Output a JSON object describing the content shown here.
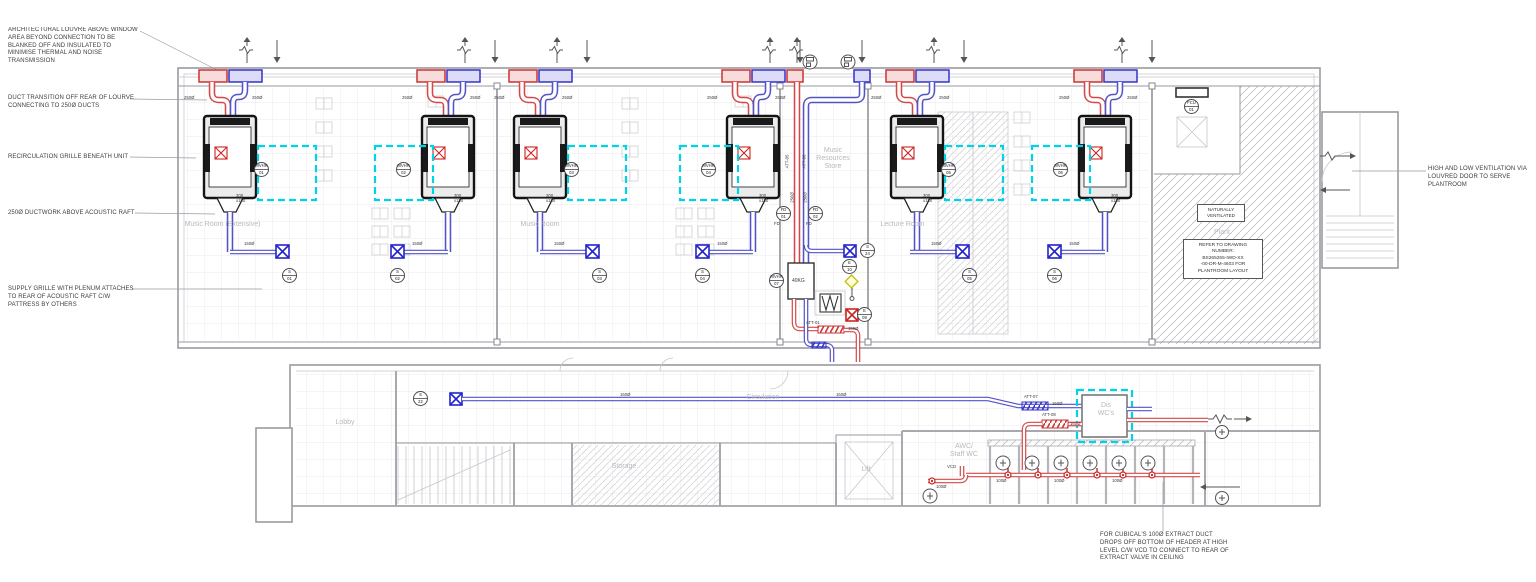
{
  "colors": {
    "extract_red": "#d64848",
    "supply_blue": "#5353c8",
    "raft_cyan": "#00d4e4",
    "wall_grey": "#9a9aa0",
    "room_text_grey": "#b9b9be",
    "diamond_yellow": "#c2c21e"
  },
  "annotations": {
    "arch_louvre": "ARCHITECTURAL LOUVRE ABOVE WINDOW\nAREA BEYOND CONNECTION TO BE\nBLANKED OFF AND INSULATED TO\nMINIMISE THERMAL AND NOISE\nTRANSMISSION",
    "duct_transition": "DUCT TRANSITION OFF REAR OF LOURVE\nCONNECTING TO 250Ø DUCTS",
    "recirc_grille": "RECIRCULATION GRILLE BENEATH UNIT",
    "ductwork_raft": "250Ø DUCTWORK ABOVE ACOUSTIC RAFT",
    "supply_grille": "SUPPLY GRILLE WITH PLENUM ATTACHES\nTO REAR OF ACOUSTIC RAFT C/W\nPATTRESS BY OTHERS",
    "high_low_vent": "HIGH AND LOW VENTILATION VIA\nLOUVRED DOOR TO SERVE\nPLANTROOM",
    "cubical_extract": "FOR CUBICAL'S 100Ø EXTRACT DUCT\nDROPS OFF BOTTOM OF HEADER AT HIGH\nLEVEL C/W VCD TO CONNECT TO REAR OF\nEXTRACT VALVE IN CEILING"
  },
  "rooms": {
    "music_room_extensive": "Music Room (Extensive)",
    "music_room": "Music Room",
    "music_resources_store": "Music\nResources\nStore",
    "lecture_room": "Lecture Room",
    "plant": "Plant",
    "lobby": "Lobby",
    "circulation": "Circulation",
    "storage": "Storage",
    "lift": "Lift",
    "awc_staff_wc": "AWC/\nStaff WC",
    "dis_wc": "Dis\nWC's"
  },
  "units": [
    {
      "unit_tag": "MVHR\n01",
      "grille_tag": "S\n01",
      "size_left": "250Ø",
      "size_right": "250Ø",
      "plenum": "300\nx150",
      "branch": "150Ø"
    },
    {
      "unit_tag": "MVHR\n02",
      "grille_tag": "S\n02",
      "size_left": "250Ø",
      "size_right": "250Ø",
      "plenum": "300\nx150",
      "branch": "150Ø"
    },
    {
      "unit_tag": "MVHR\n03",
      "grille_tag": "S\n03",
      "size_left": "250Ø",
      "size_right": "250Ø",
      "plenum": "300\nx150",
      "branch": "150Ø"
    },
    {
      "unit_tag": "MVHR\n04",
      "grille_tag": "S\n04",
      "size_left": "250Ø",
      "size_right": "250Ø",
      "plenum": "300\nx150",
      "branch": "150Ø"
    },
    {
      "unit_tag": "MVHR\n05",
      "grille_tag": "S\n05",
      "size_left": "250Ø",
      "size_right": "250Ø",
      "plenum": "300\nx150",
      "branch": "150Ø"
    },
    {
      "unit_tag": "MVHR\n06",
      "grille_tag": "S\n06",
      "size_left": "250Ø",
      "size_right": "250Ø",
      "plenum": "300\nx150",
      "branch": "150Ø"
    }
  ],
  "riser": {
    "att_left": "ATT-05",
    "att_right": "ATT-06",
    "size_left": "250Ø",
    "size_right": "250Ø",
    "fd1_tag": "FD\n01",
    "fd2_tag": "FD\n02",
    "fd_label_left": "FD",
    "fd_label_right": "FD",
    "unit_weight": "40KG",
    "unit_tag": "MVHR\n07",
    "s24_tag": "S\n24",
    "e10_tag": "E\n10",
    "e09_tag": "E\n09",
    "att01": "ATT-01",
    "att01_size": "150Ø"
  },
  "corridor": {
    "s22_tag": "S\n22",
    "size_a": "160Ø",
    "size_b": "160Ø",
    "att07": "ATT-07",
    "att07_size": "160Ø",
    "att08": "ATT-08",
    "att08_size": "160Ø"
  },
  "extract": {
    "vcd": "VCD",
    "size_1": "100Ø",
    "size_2": "100Ø",
    "size_3": "100Ø",
    "staff_size": "100Ø"
  },
  "plant": {
    "fcu_tag": "FCU\n01",
    "naturally_ventilated": "NATURALLY\nVENTILATED",
    "refer_note": "REFER TO DRAWING\nNUMBER:\nBS265255-IWD-XX\n-00-DR-M-4603 FOR\nPLANTROOM LAYOUT"
  }
}
